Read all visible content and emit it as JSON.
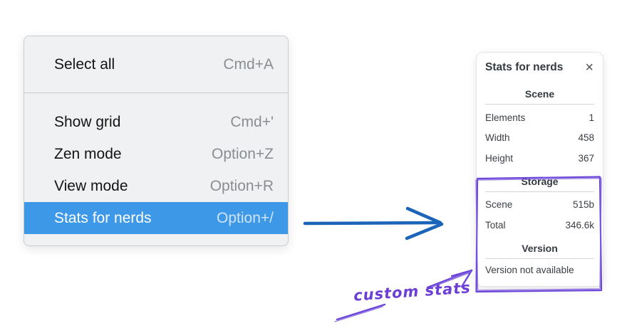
{
  "window": {
    "background": "#ffffff"
  },
  "context_menu": {
    "background": "#f0f1f2",
    "border_color": "#c9ccd0",
    "highlight_color": "#3d99e8",
    "groups": [
      {
        "items": [
          {
            "label": "Select all",
            "shortcut": "Cmd+A",
            "highlighted": false
          }
        ]
      },
      {
        "items": [
          {
            "label": "Show grid",
            "shortcut": "Cmd+'",
            "highlighted": false
          },
          {
            "label": "Zen mode",
            "shortcut": "Option+Z",
            "highlighted": false
          },
          {
            "label": "View mode",
            "shortcut": "Option+R",
            "highlighted": false
          },
          {
            "label": "Stats for nerds",
            "shortcut": "Option+/",
            "highlighted": true
          }
        ]
      }
    ]
  },
  "stats_panel": {
    "title": "Stats for nerds",
    "close_icon_glyph": "×",
    "sections": [
      {
        "heading": "Scene",
        "rows": [
          {
            "label": "Elements",
            "value": "1"
          },
          {
            "label": "Width",
            "value": "458"
          },
          {
            "label": "Height",
            "value": "367"
          }
        ]
      },
      {
        "heading": "Storage",
        "rows": [
          {
            "label": "Scene",
            "value": "515b"
          },
          {
            "label": "Total",
            "value": "346.6k"
          }
        ]
      },
      {
        "heading": "Version",
        "rows": [],
        "note": "Version not available"
      }
    ]
  },
  "annotations": {
    "pointer_arrow_color": "#1c64b8",
    "highlight_box_color": "#6b46d9",
    "label": "custom stats",
    "label_color": "#6b3fd6"
  }
}
